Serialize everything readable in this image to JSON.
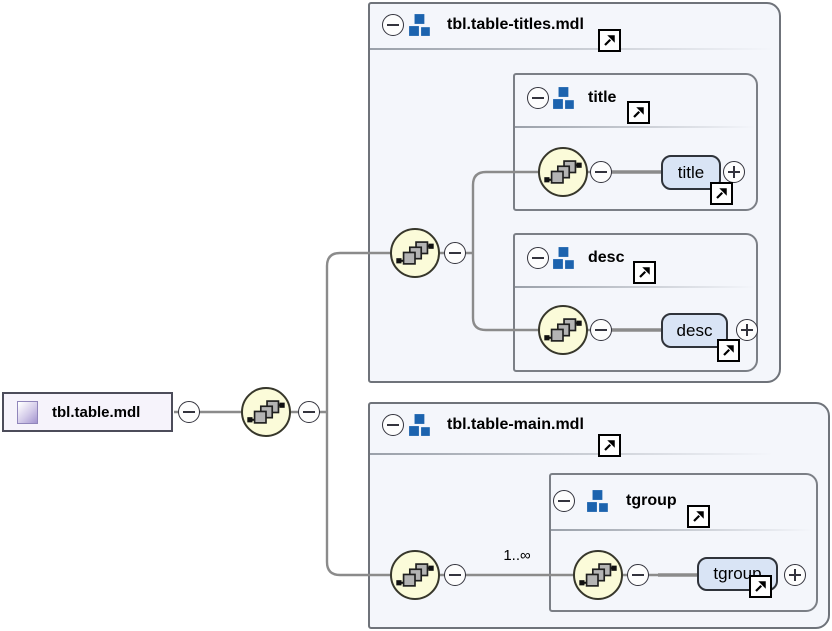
{
  "diagram": {
    "root_element": {
      "label": "tbl.table.mdl"
    },
    "modules": {
      "titles": {
        "name": "tbl.table-titles.mdl",
        "groups": {
          "title": {
            "name": "title",
            "element": "title"
          },
          "desc": {
            "name": "desc",
            "element": "desc"
          }
        }
      },
      "main": {
        "name": "tbl.table-main.mdl",
        "cardinality": "1..∞",
        "groups": {
          "tgroup": {
            "name": "tgroup",
            "element": "tgroup"
          }
        }
      }
    }
  },
  "icons": {
    "collapse": "minus-circle",
    "expand": "plus-circle",
    "compositor": "sequence-chain",
    "module": "blue-model-group-squares",
    "link": "arrow-up-right"
  },
  "colors": {
    "connector": "#8b8b8b",
    "box_fill": "#f4f6fb",
    "box_border": "#6f737a",
    "elem_fill": "#d9e4f5",
    "comp_fill": "#fbfbd9",
    "blue": "#1c63ae"
  }
}
